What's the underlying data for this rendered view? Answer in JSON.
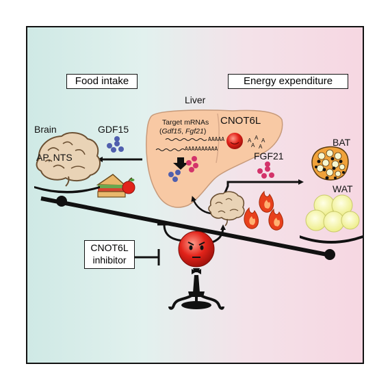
{
  "labels": {
    "food_intake": "Food intake",
    "energy_expenditure": "Energy expenditure",
    "liver": "Liver",
    "brain": "Brain",
    "gdf15": "GDF15",
    "target_mrnas": "Target mRNAs",
    "target_genes_open": "(",
    "gdf15_gene": "Gdf15",
    "gene_sep": ", ",
    "fgf21_gene": "Fgf21",
    "target_genes_close": ")",
    "polyA_1": "AAAAA",
    "polyA_2": "AAAAAAAAAA",
    "cnot6l": "CNOT6L",
    "fgf21": "FGF21",
    "bat": "BAT",
    "wat": "WAT",
    "ap_nts": "AP, NTS",
    "inhibitor_line1": "CNOT6L",
    "inhibitor_line2": "inhibitor",
    "a_letters": [
      "A",
      "A",
      "A",
      "A",
      "A"
    ]
  },
  "colors": {
    "left_background": "#cfe9e5",
    "right_background": "#f6d7e2",
    "liver": "#f8c9a4",
    "gdf15_dots": "#4f5fae",
    "fgf21_dots": "#d3336a",
    "cnot6l_ball": "#e2231a",
    "flame": "#e8401c",
    "wat_droplet": "#f7f7a6"
  }
}
